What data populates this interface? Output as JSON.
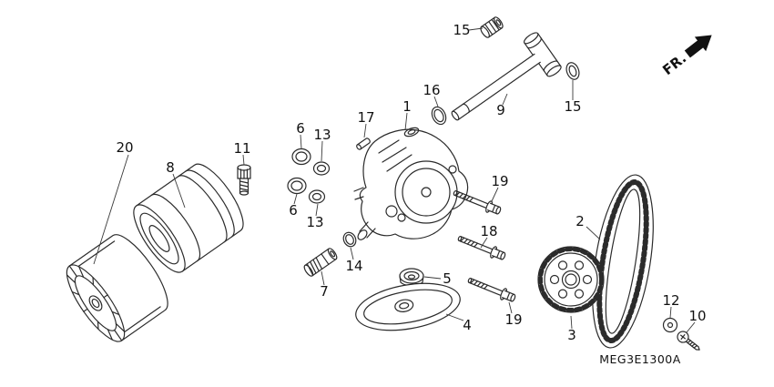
{
  "diagram": {
    "code": "MEG3E1300A",
    "direction": "FR.",
    "callouts": {
      "c1": "1",
      "c2": "2",
      "c3": "3",
      "c4": "4",
      "c5": "5",
      "c6a": "6",
      "c6b": "6",
      "c7": "7",
      "c8": "8",
      "c9": "9",
      "c10": "10",
      "c11": "11",
      "c12": "12",
      "c13a": "13",
      "c13b": "13",
      "c14": "14",
      "c15a": "15",
      "c15b": "15",
      "c16": "16",
      "c17": "17",
      "c18": "18",
      "c19a": "19",
      "c19b": "19",
      "c20": "20"
    }
  }
}
